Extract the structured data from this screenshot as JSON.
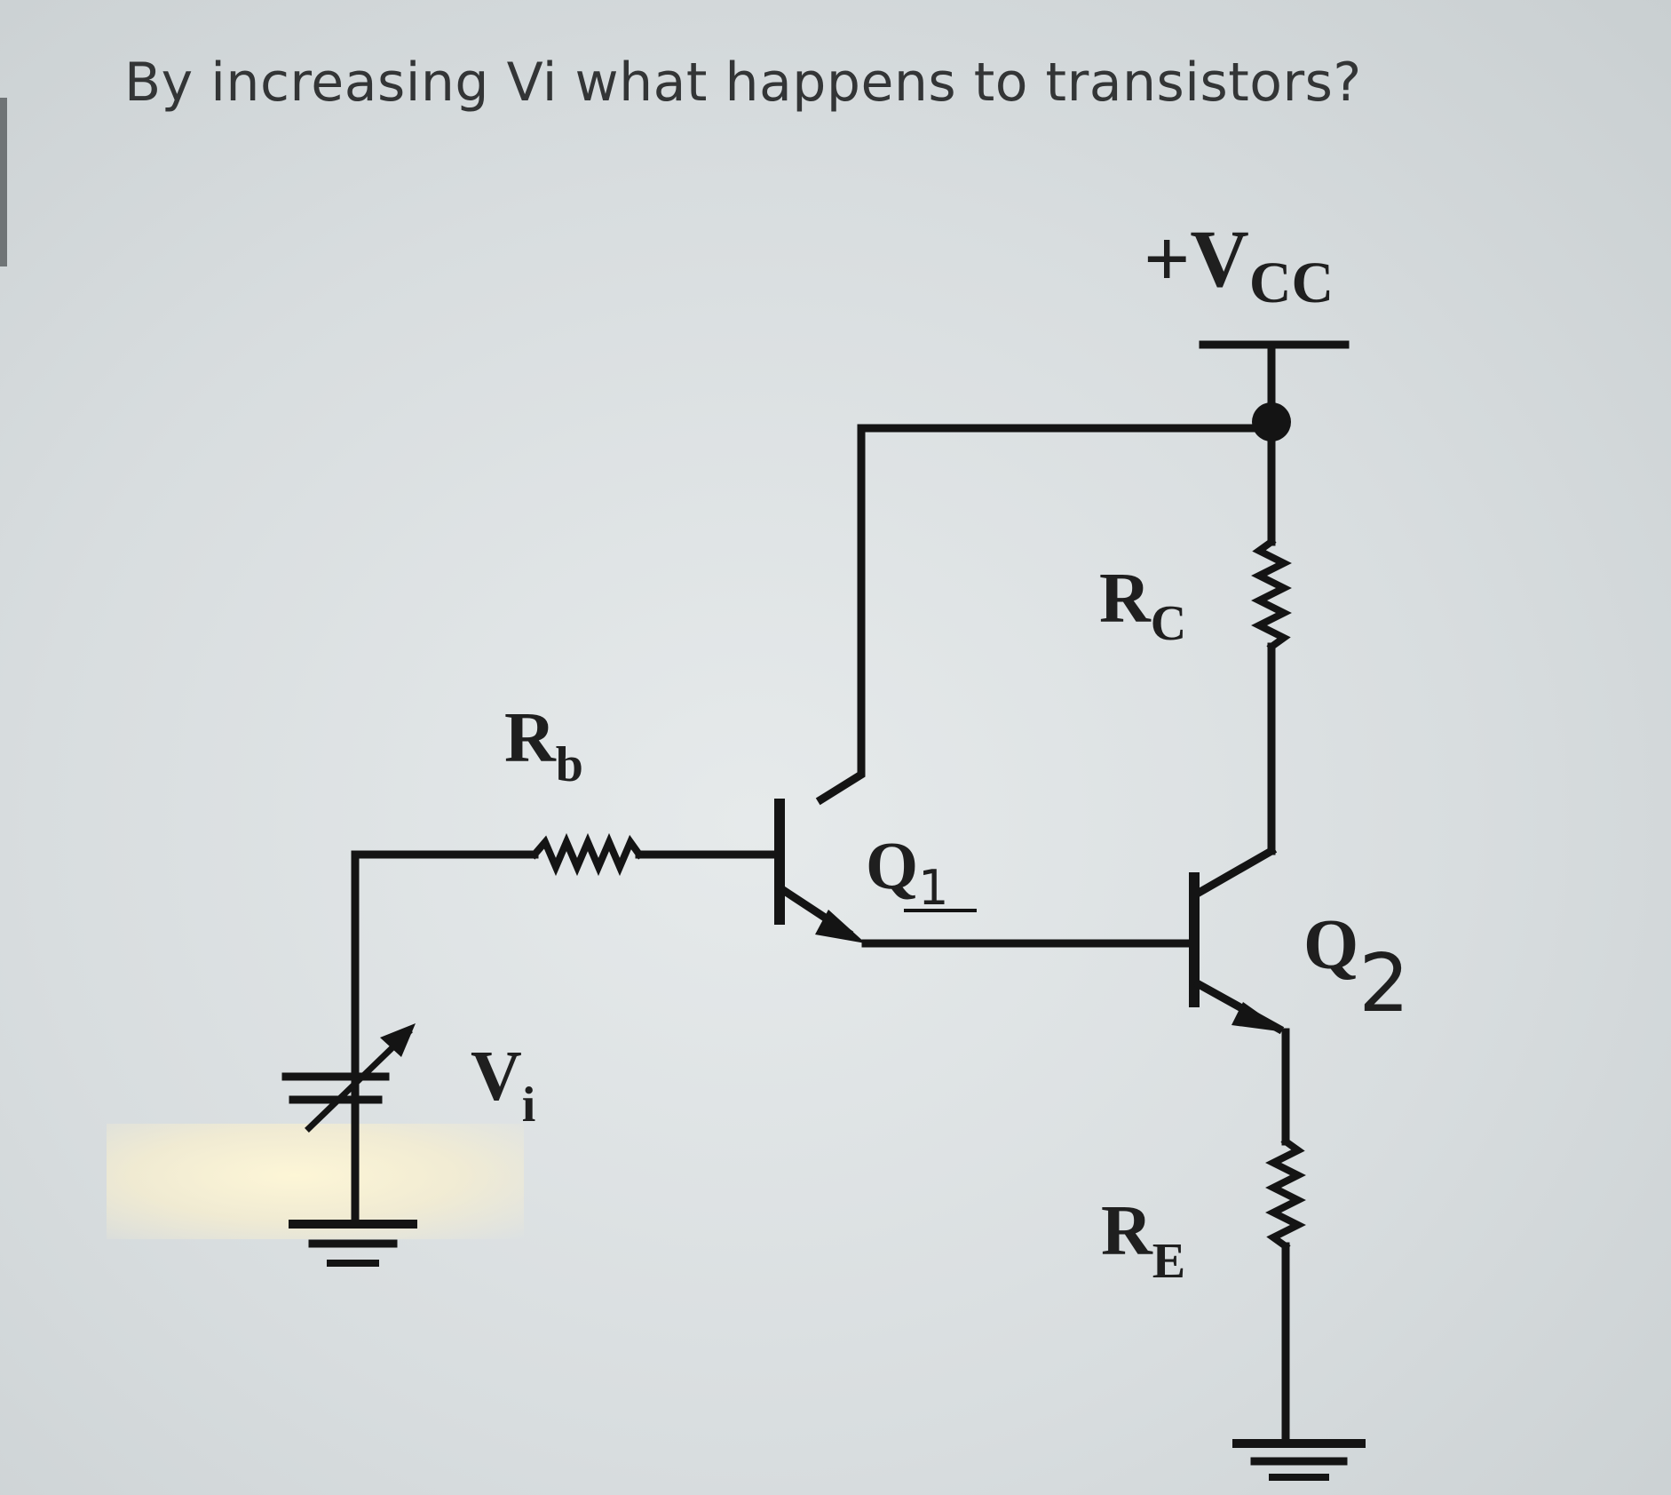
{
  "question": "By increasing Vi  what happens  to transistors?",
  "labels": {
    "vcc_main": "+V",
    "vcc_sub": "CC",
    "rc_main": "R",
    "rc_sub": "C",
    "rb_main": "R",
    "rb_sub": "b",
    "re_main": "R",
    "re_sub": "E",
    "vi_main": "V",
    "vi_sub": "i",
    "q1_main": "Q",
    "q1_sub": "1",
    "q2_main": "Q",
    "q2_sub": "2"
  }
}
